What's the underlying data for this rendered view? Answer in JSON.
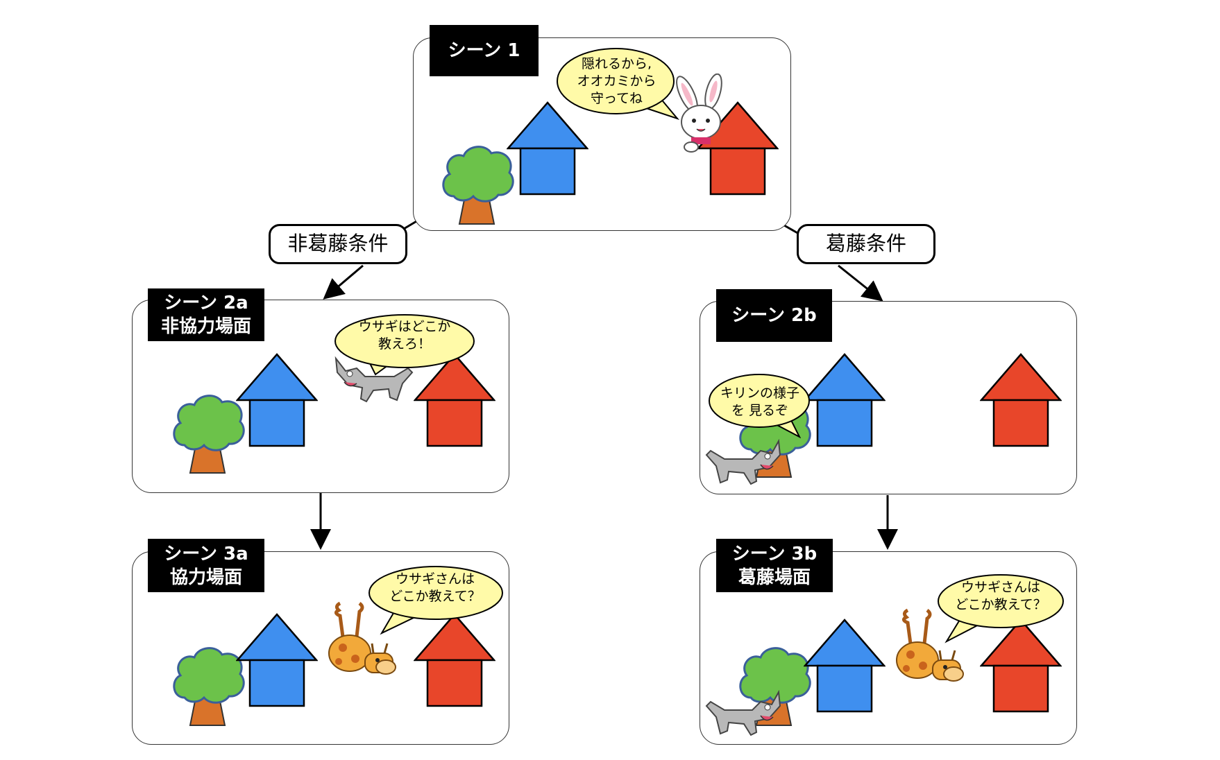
{
  "scenes": {
    "s1": {
      "tag_line1": "シーン 1",
      "tag_line2": "",
      "bubble": [
        "隠れるから,",
        "オオカミから",
        "守ってね"
      ]
    },
    "s2a": {
      "tag_line1": "シーン 2a",
      "tag_line2": "非協力場面",
      "bubble": [
        "ウサギはどこか",
        "教えろ！"
      ]
    },
    "s2b": {
      "tag_line1": "シーン 2b",
      "tag_line2": "",
      "bubble": [
        "キリンの様子",
        "を 見るぞ"
      ]
    },
    "s3a": {
      "tag_line1": "シーン 3a",
      "tag_line2": "協力場面",
      "bubble": [
        "ウサギさんは",
        "どこか教えて？"
      ]
    },
    "s3b": {
      "tag_line1": "シーン 3b",
      "tag_line2": "葛藤場面",
      "bubble": [
        "ウサギさんは",
        "どこか教えて？"
      ]
    }
  },
  "conditions": {
    "left": "非葛藤条件",
    "right": "葛藤条件"
  },
  "colors": {
    "blue_house": "#3f8fef",
    "red_house": "#e8462a",
    "tree_leaves": "#6cc24a",
    "tree_trunk": "#d9732a",
    "bubble_fill": "#fffaa8",
    "tag_bg": "#000000"
  },
  "icons": [
    "tree-icon",
    "blue-house-icon",
    "red-house-icon",
    "rabbit-icon",
    "wolf-icon",
    "giraffe-icon",
    "speech-bubble-icon",
    "arrow-icon"
  ]
}
